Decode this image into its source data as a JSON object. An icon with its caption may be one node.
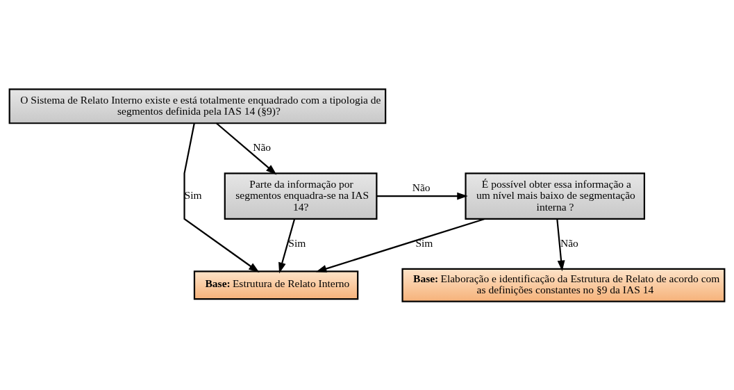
{
  "diagram": {
    "nodes": [
      {
        "text": [
          "O Sistema de Relato Interno existe e está totalmente enquadrado com a tipologia de segmentos definida pela IAS 14 (§9)?"
        ]
      },
      {
        "text": [
          "Parte da informação por segmentos enquadra-se na IAS 14?"
        ]
      },
      {
        "text": [
          "É possível obter essa informação a um nível mais baixo de segmentação interna ?"
        ]
      },
      {
        "text": [
          "**Base:** Estrutura de Relato Interno"
        ]
      },
      {
        "text": [
          "**Base:** Elaboração e identificação da Estrutura de Relato de acordo com as definições constantes no §9 da IAS 14"
        ]
      }
    ],
    "edges": [
      {
        "from": 0,
        "to": 1,
        "arrow": "to",
        "label": "Não"
      },
      {
        "from": 0,
        "to": 3,
        "arrow": "to",
        "label": "Sim"
      },
      {
        "from": 1,
        "to": 2,
        "arrow": "to",
        "label": "Não"
      },
      {
        "from": 1,
        "to": 3,
        "arrow": "to",
        "label": "Sim"
      },
      {
        "from": 2,
        "to": 3,
        "arrow": "to",
        "label": "Sim"
      },
      {
        "from": 2,
        "to": 4,
        "arrow": "to",
        "label": "Não"
      }
    ]
  }
}
